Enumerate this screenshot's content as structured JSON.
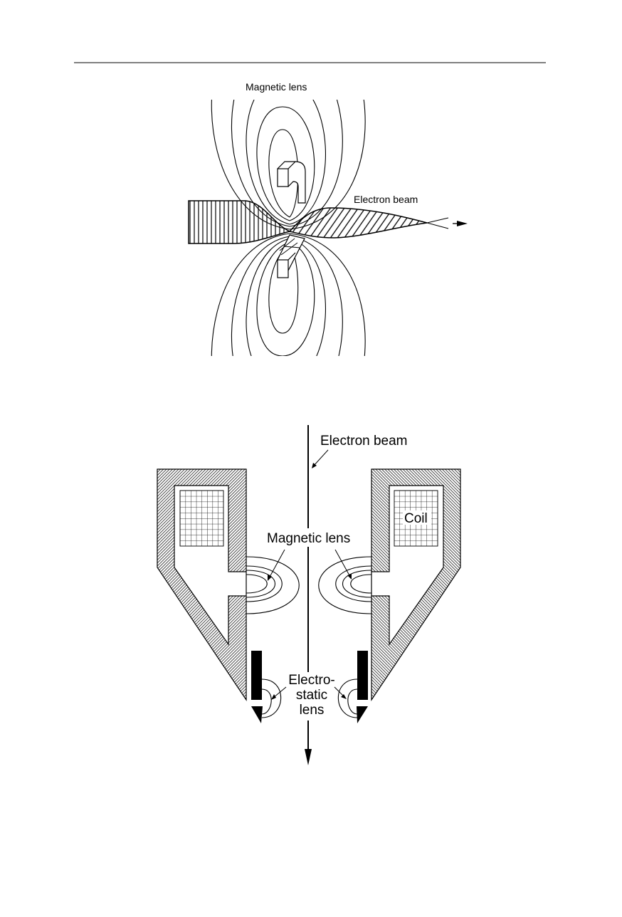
{
  "figure_top": {
    "label_lens": "Magnetic lens",
    "label_beam": "Electron beam"
  },
  "figure_bottom": {
    "label_beam": "Electron beam",
    "label_magnetic_lens": "Magnetic lens",
    "label_coil": "Coil",
    "label_electrostatic_line1": "Electro-",
    "label_electrostatic_line2": "static",
    "label_electrostatic_line3": "lens"
  },
  "colors": {
    "ink": "#000000",
    "paper": "#ffffff"
  }
}
